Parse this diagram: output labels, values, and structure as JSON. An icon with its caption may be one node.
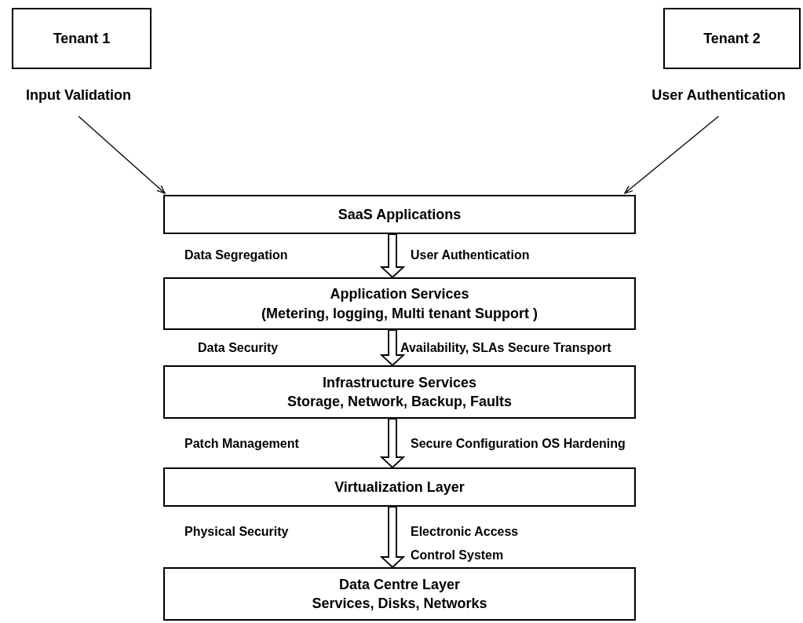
{
  "diagram": {
    "nodes": [
      {
        "text": [
          "Tenant 1"
        ]
      },
      {
        "text": [
          "Input Validation"
        ]
      },
      {
        "text": [
          "Tenant 2"
        ]
      },
      {
        "text": [
          "User Authentication"
        ]
      },
      {
        "text": [
          "SaaS Applications"
        ]
      },
      {
        "text": [
          "Application Services",
          "(Metering, logging, Multi tenant Support )"
        ]
      },
      {
        "text": [
          "Infrastructure Services",
          "Storage, Network, Backup, Faults"
        ]
      },
      {
        "text": [
          "Virtualization Layer"
        ]
      },
      {
        "text": [
          "Data Centre Layer",
          "Services, Disks, Networks"
        ]
      }
    ],
    "edges": [
      {
        "from": 1,
        "to": 4,
        "arrow": "to"
      },
      {
        "from": 3,
        "to": 4,
        "arrow": "to"
      },
      {
        "from": 4,
        "to": 5,
        "arrow": "to"
      },
      {
        "from": 5,
        "to": 6,
        "arrow": "to"
      },
      {
        "from": 6,
        "to": 7,
        "arrow": "to"
      },
      {
        "from": 7,
        "to": 8,
        "arrow": "to"
      }
    ],
    "labels": [
      "Data Segregation",
      "User Authentication",
      "Data Security",
      "Availability, SLAs Secure Transport",
      "Patch Management",
      "Secure Configuration OS Hardening",
      "Physical Security",
      "Electronic Access Control System"
    ]
  }
}
